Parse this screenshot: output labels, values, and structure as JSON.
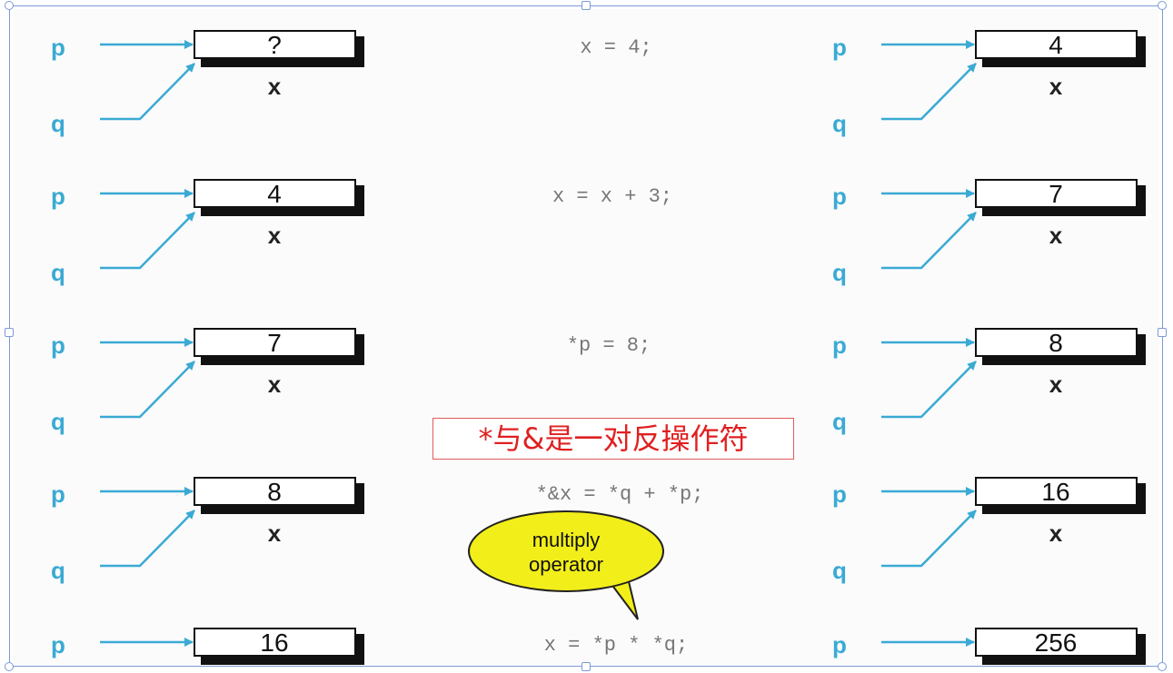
{
  "rows": [
    {
      "before": "?",
      "statement": "x = 4;",
      "after": "4",
      "show_q": true
    },
    {
      "before": "4",
      "statement": "x = x + 3;",
      "after": "7",
      "show_q": true
    },
    {
      "before": "7",
      "statement": "*p = 8;",
      "after": "8",
      "show_q": true
    },
    {
      "before": "8",
      "statement": "*&x = *q + *p;",
      "after": "16",
      "show_q": true
    },
    {
      "before": "16",
      "statement": "x = *p * *q;",
      "after": "256",
      "show_q": false
    }
  ],
  "labels": {
    "p": "p",
    "q": "q",
    "x": "x"
  },
  "bubble": {
    "line1": "multiply",
    "line2": "operator"
  },
  "note": "*与&是一对反操作符",
  "colors": {
    "pointer": "#3aaad4",
    "bubble_fill": "#f2ee1a",
    "note_text": "#e02020",
    "frame": "#7b9ad6"
  }
}
